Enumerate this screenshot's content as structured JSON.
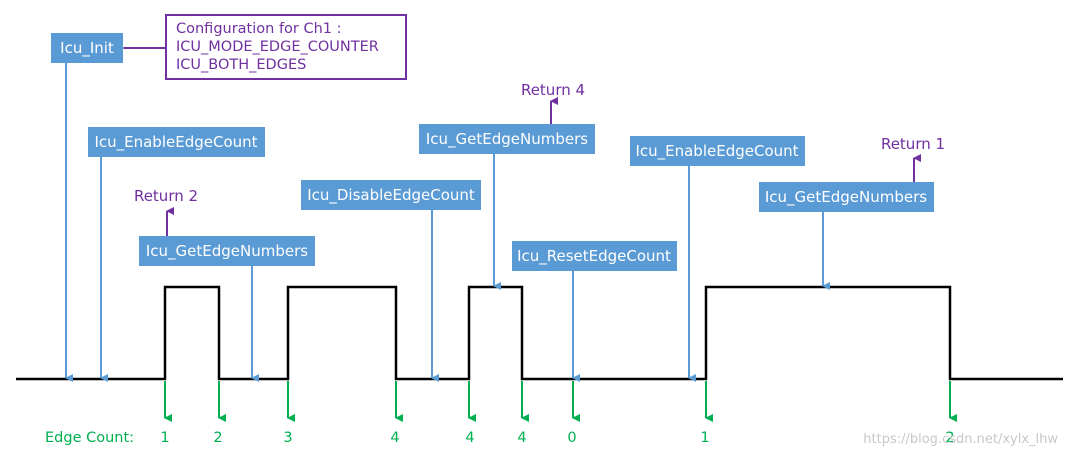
{
  "colors": {
    "api_box": "#5b9bd5",
    "api_text": "#ffffff",
    "arrow_blue": "#5b9bd5",
    "config_purple": "#7030a0",
    "edge_green": "#00b050",
    "signal": "#000000"
  },
  "config": {
    "line1": "Configuration for Ch1 :",
    "line2": "ICU_MODE_EDGE_COUNTER",
    "line3": "ICU_BOTH_EDGES"
  },
  "api_calls": [
    {
      "label": "Icu_Init"
    },
    {
      "label": "Icu_EnableEdgeCount"
    },
    {
      "label": "Icu_GetEdgeNumbers"
    },
    {
      "label": "Icu_DisableEdgeCount"
    },
    {
      "label": "Icu_GetEdgeNumbers"
    },
    {
      "label": "Icu_ResetEdgeCount"
    },
    {
      "label": "Icu_EnableEdgeCount"
    },
    {
      "label": "Icu_GetEdgeNumbers"
    }
  ],
  "returns": [
    {
      "label": "Return 2"
    },
    {
      "label": "Return 4"
    },
    {
      "label": "Return 1"
    }
  ],
  "edge_count": {
    "label": "Edge Count:",
    "values": [
      "1",
      "2",
      "3",
      "4",
      "4",
      "4",
      "0",
      "1",
      "2"
    ]
  },
  "watermark": "https://blog.csdn.net/xylx_lhw"
}
